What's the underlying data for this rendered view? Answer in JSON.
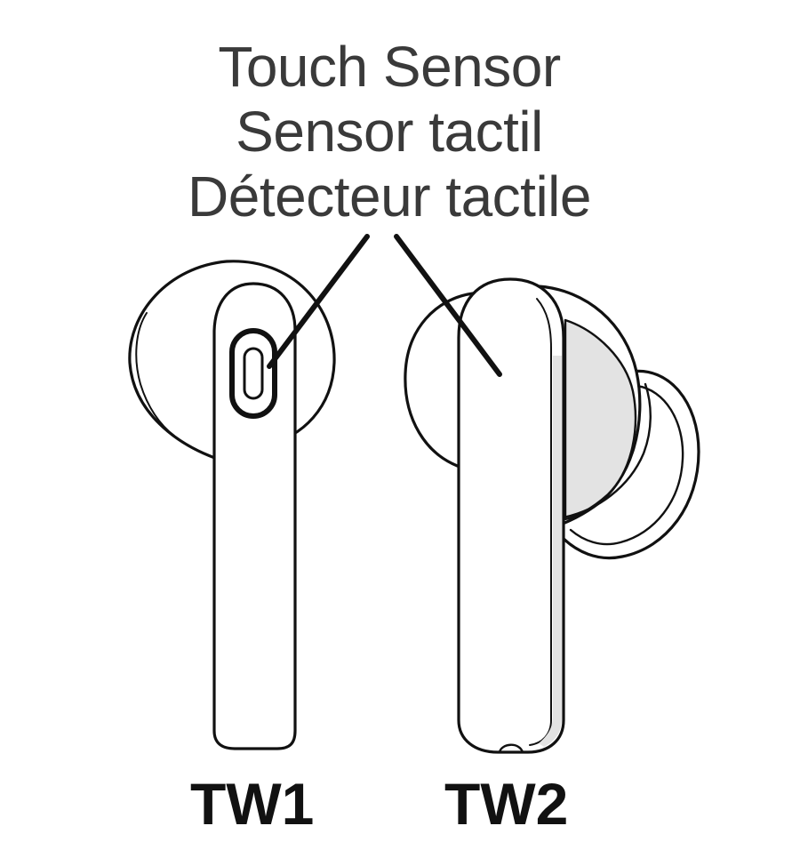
{
  "sensor_labels": {
    "english": "Touch Sensor",
    "spanish": "Sensor tactil",
    "french": "Détecteur tactile"
  },
  "units": {
    "left": "TW1",
    "right": "TW2"
  },
  "colors": {
    "outline": "#111111",
    "text": "#3a3a3a",
    "shading": "#e3e3e3",
    "background": "#ffffff"
  }
}
